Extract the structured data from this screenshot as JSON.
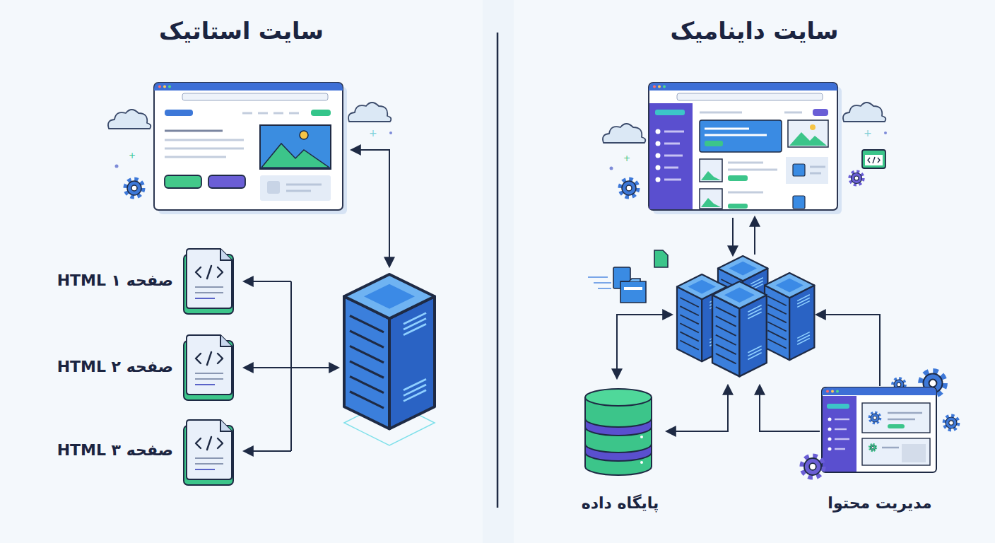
{
  "diagram": {
    "nodes": [
      {
        "text": [
          "سایت استاتیک"
        ]
      },
      {
        "text": [
          "صفحه HTML ۱"
        ],
        "in": 0
      },
      {
        "text": [
          "صفحه HTML ۲"
        ],
        "in": 0
      },
      {
        "text": [
          "صفحه HTML ۳"
        ],
        "in": 0
      },
      {
        "text": [
          "سایت داینامیک"
        ]
      },
      {
        "text": [
          "پایگاه داده"
        ],
        "in": 4
      },
      {
        "text": [
          "مدیریت محتوا"
        ],
        "in": 4
      }
    ]
  }
}
